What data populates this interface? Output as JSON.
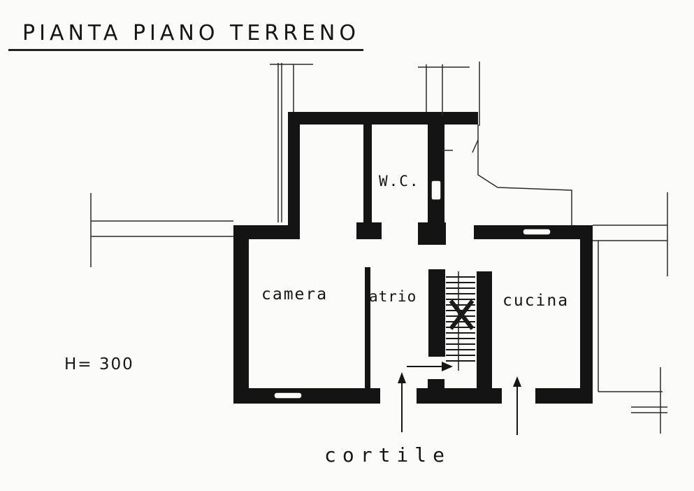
{
  "title": "PIANTA PIANO TERRENO",
  "rooms": {
    "wc": "W.C.",
    "camera": "camera",
    "atrio": "atrio",
    "cucina": "cucina"
  },
  "height_label": "H= 300",
  "courtyard_label": "cortile",
  "colors": {
    "ink": "#161616",
    "paper": "#fbfbf9"
  }
}
